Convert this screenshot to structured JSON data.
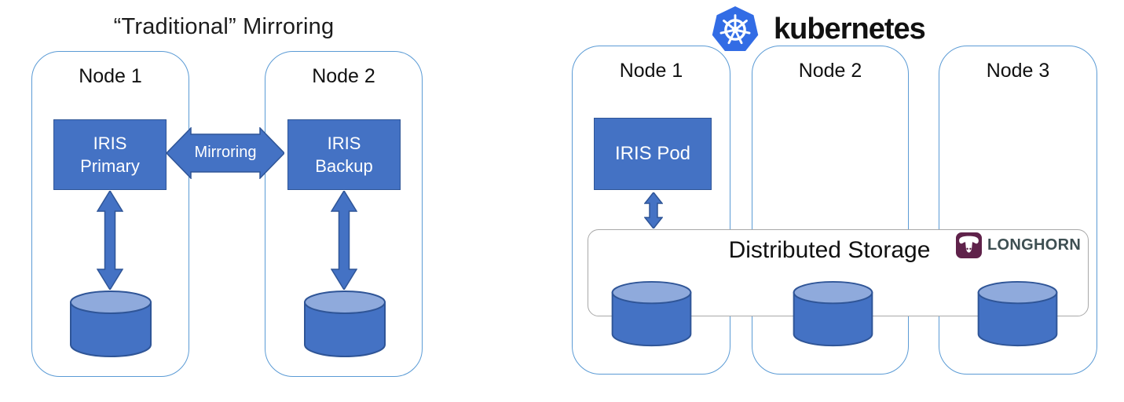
{
  "left_diagram": {
    "title": "“Traditional” Mirroring",
    "nodes": [
      {
        "label": "Node 1"
      },
      {
        "label": "Node 2"
      }
    ],
    "primary_box": "IRIS\nPrimary",
    "backup_box": "IRIS\nBackup",
    "mirroring_label": "Mirroring"
  },
  "right_diagram": {
    "brand": "kubernetes",
    "nodes": [
      {
        "label": "Node 1"
      },
      {
        "label": "Node 2"
      },
      {
        "label": "Node 3"
      }
    ],
    "pod_box": "IRIS Pod",
    "storage_label": "Distributed Storage",
    "longhorn_label": "LONGHORN"
  },
  "colors": {
    "box_fill": "#4472C4",
    "box_border": "#2F5597",
    "node_border": "#5B9BD5",
    "cylinder_top": "#8FAADC",
    "storage_border": "#A8A8A8",
    "kubernetes_blue": "#326CE5",
    "longhorn_plum": "#5F224A",
    "longhorn_text": "#3E4F52"
  }
}
